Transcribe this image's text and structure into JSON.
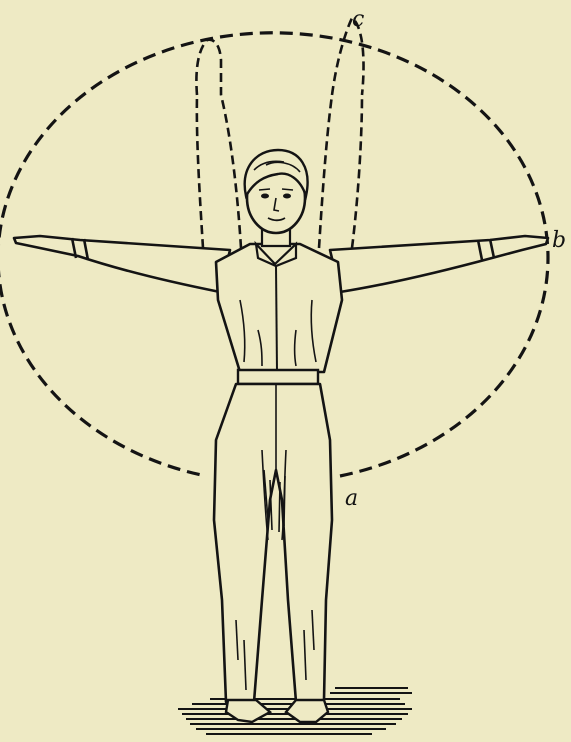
{
  "figure": {
    "labels": {
      "a": "a",
      "b": "b",
      "c": "c"
    },
    "colors": {
      "paper": "#eeeac4",
      "ink": "#141414"
    }
  }
}
